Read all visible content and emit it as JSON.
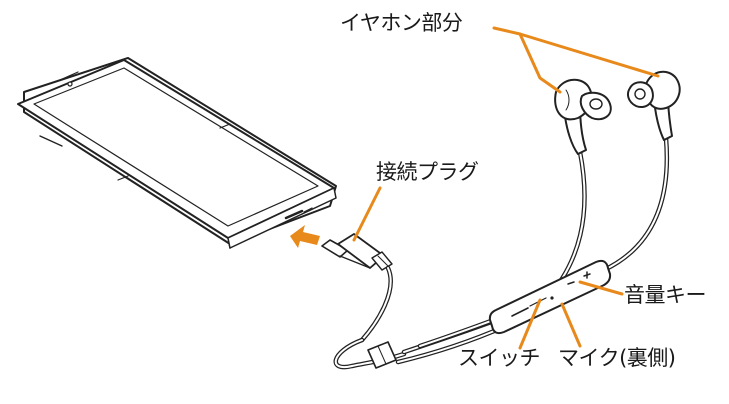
{
  "labels": {
    "earphone_part": "イヤホン部分",
    "connector_plug": "接続プラグ",
    "volume_key": "音量キー",
    "switch": "スイッチ",
    "mic_back": "マイク(裏側)"
  },
  "colors": {
    "leader": "#e8891c",
    "line": "#222222",
    "fill": "#ffffff"
  }
}
